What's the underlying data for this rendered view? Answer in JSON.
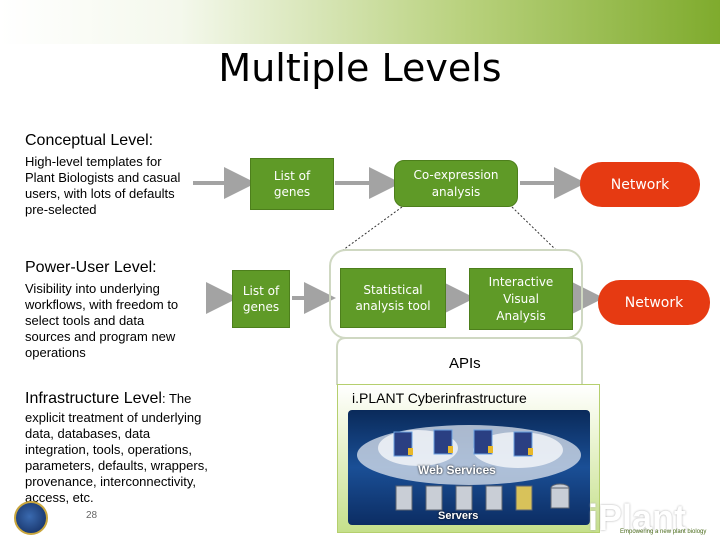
{
  "title": "Multiple Levels",
  "conceptual": {
    "heading_bold": "Conceptual Level",
    "heading_rest": ":",
    "body": [
      "High-level templates for",
      "Plant Biologists and casual",
      "users, with lots of defaults",
      "pre-selected"
    ],
    "box_genes": [
      "List of",
      "genes"
    ],
    "box_coexp": [
      "Co-expression",
      "analysis"
    ],
    "box_network": "Network"
  },
  "power": {
    "heading_bold": "Power-User Level",
    "heading_rest": ":",
    "body": [
      "Visibility into underlying",
      "workflows, with freedom to",
      "select tools and data",
      "sources and program new",
      "operations"
    ],
    "box_genes": [
      "List of",
      "genes"
    ],
    "box_stat": [
      "Statistical",
      "analysis tool"
    ],
    "box_interactive": [
      "Interactive",
      "Visual",
      "Analysis"
    ],
    "box_network": "Network"
  },
  "infrastructure": {
    "heading_bold": "Infrastructure Level",
    "heading_rest": ": The",
    "body": [
      "explicit treatment of underlying",
      "data, databases, data",
      "integration, tools, operations,",
      "parameters, defaults, wrappers,",
      "provenance, interconnectivity,",
      "access, etc."
    ],
    "apis": "APIs",
    "cyber_title": "i.PLANT Cyberinfrastructure",
    "web_services": "Web Services",
    "servers": "Servers"
  },
  "footer": {
    "page_number": "28",
    "logo_text": "iPlant",
    "tagline": "Empowering a new plant biology"
  },
  "colors": {
    "box_fill": "#5f9a27",
    "box_border": "#4d7f1c",
    "network_fill": "#e63a12",
    "arrow": "#a3a3a3",
    "accent_green": "#7fab2d"
  }
}
